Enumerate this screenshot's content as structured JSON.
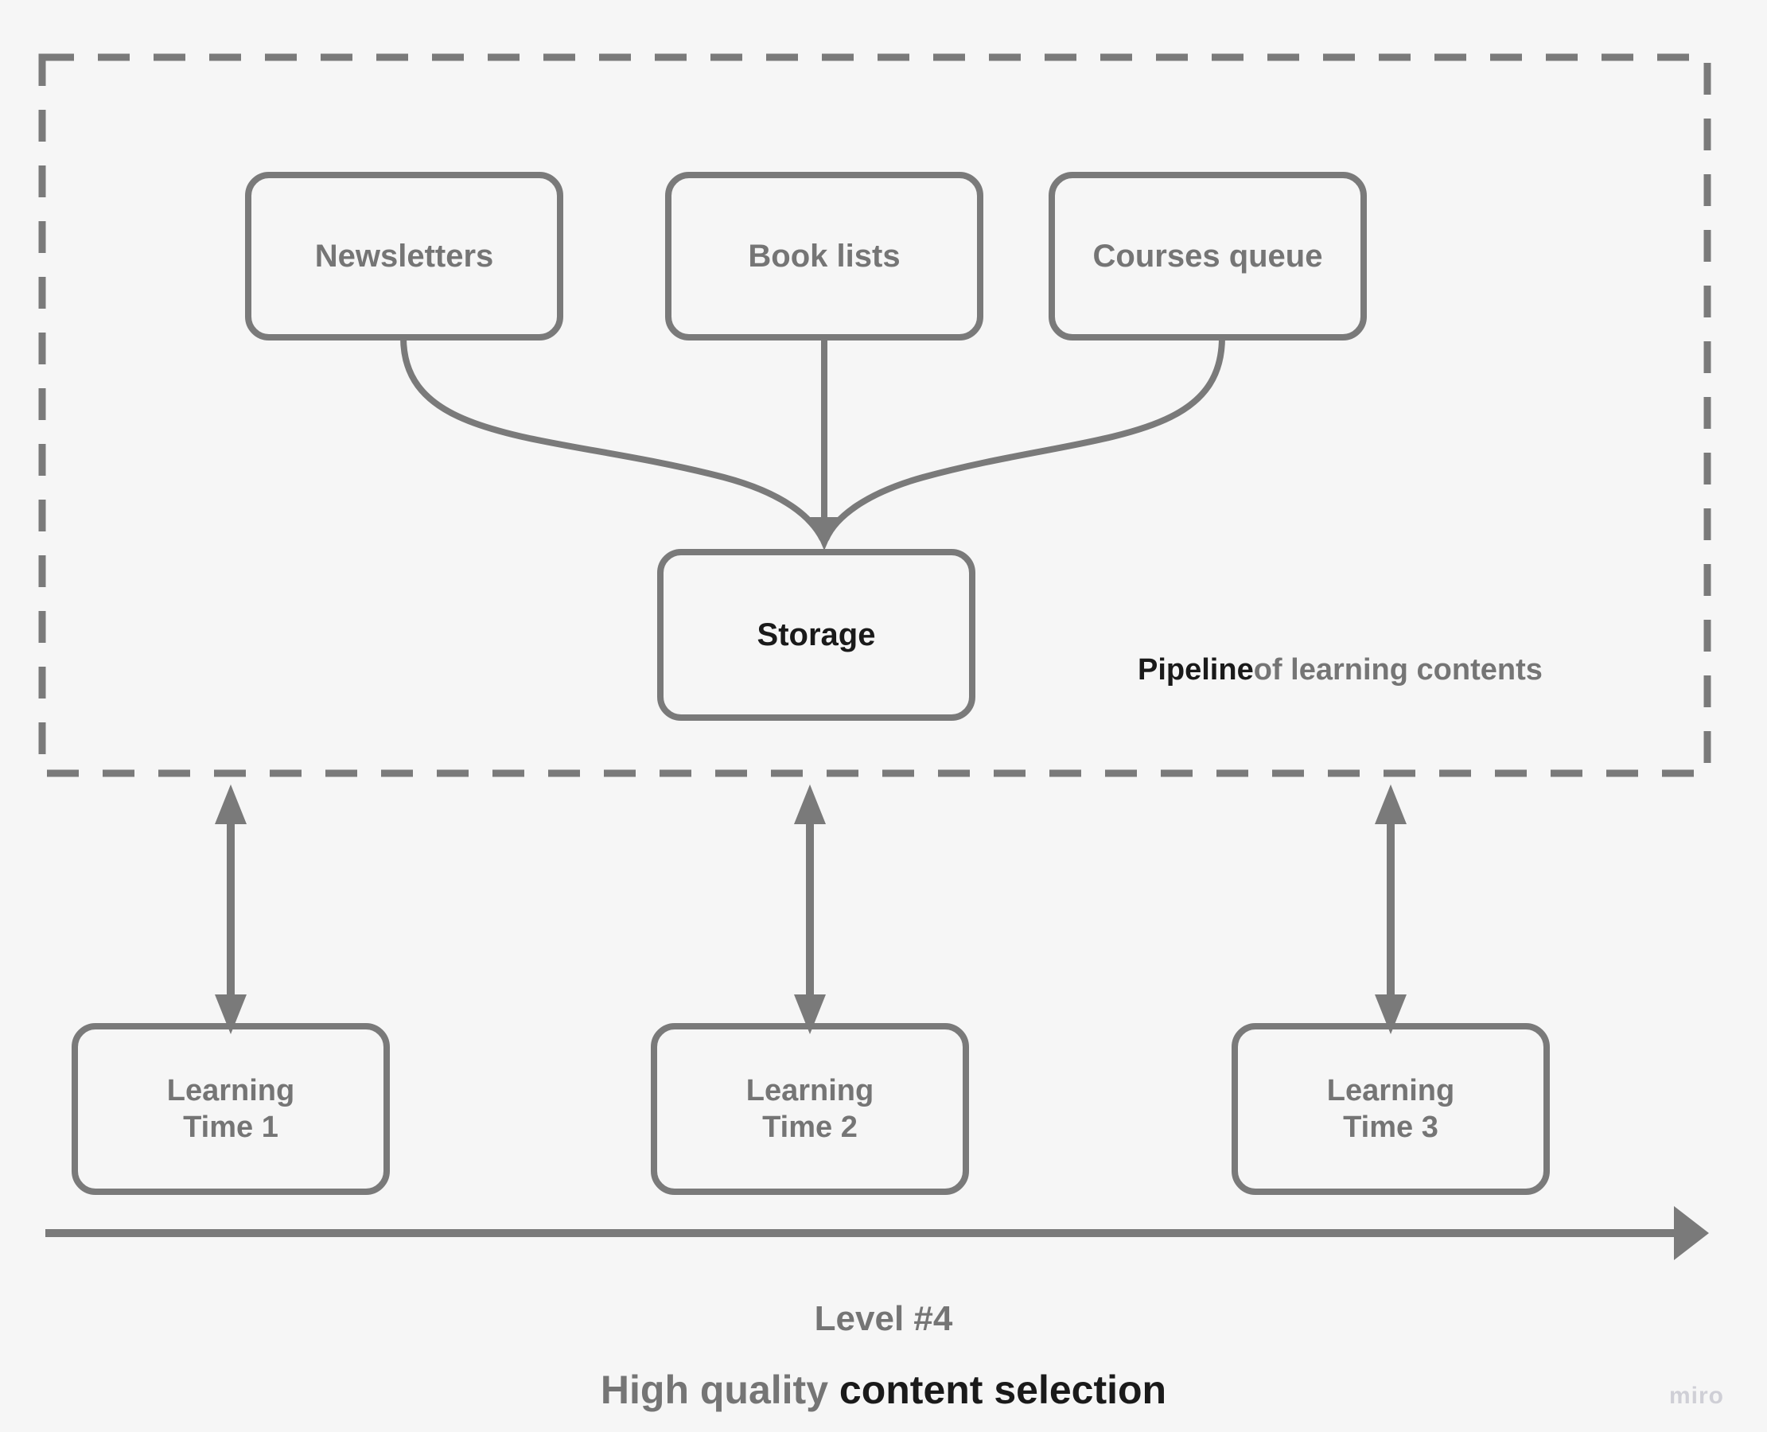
{
  "meta": {
    "background_color": "#f6f6f6",
    "stroke_color": "#7a7a7a",
    "label_gray": "#757575",
    "label_dark": "#1a1a1a",
    "watermark_color": "#cfcfd6"
  },
  "group": {
    "name": "pipeline-group",
    "caption_bold": "Pipeline",
    "caption_rest": " of learning contents",
    "border_style": "dashed"
  },
  "sources": [
    {
      "id": "newsletters",
      "label": "Newsletters"
    },
    {
      "id": "book-lists",
      "label": "Book lists"
    },
    {
      "id": "courses-queue",
      "label": "Courses queue"
    }
  ],
  "storage": {
    "id": "storage",
    "label": "Storage"
  },
  "learning_times": [
    {
      "id": "learning-time-1",
      "line1": "Learning",
      "line2": "Time 1"
    },
    {
      "id": "learning-time-2",
      "line1": "Learning",
      "line2": "Time 2"
    },
    {
      "id": "learning-time-3",
      "line1": "Learning",
      "line2": "Time 3"
    }
  ],
  "footer": {
    "level": "Level #4",
    "subtitle_gray": "High quality ",
    "subtitle_dark": "content selection"
  },
  "watermark": {
    "text": "miro"
  }
}
